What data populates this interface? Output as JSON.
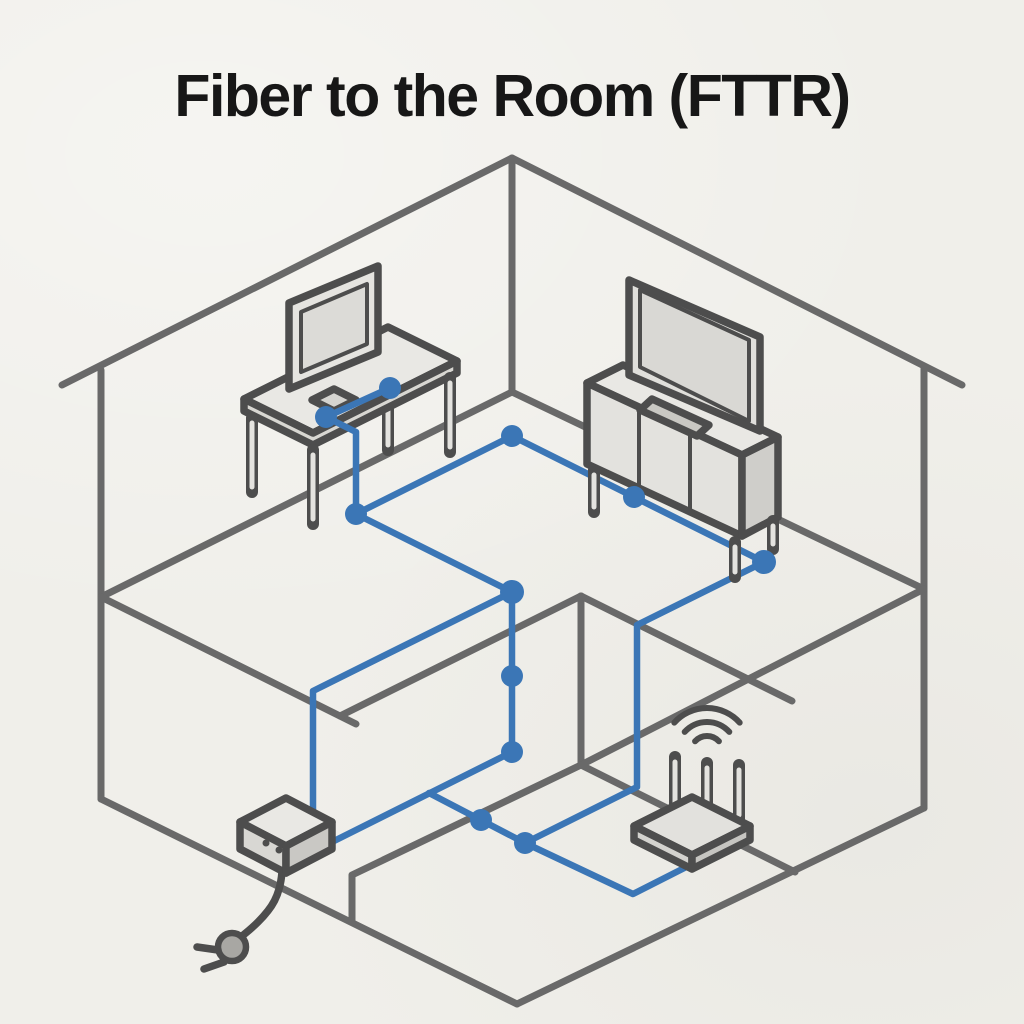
{
  "title": "Fiber to the Room (FTTR)",
  "diagram": {
    "description": "Isometric cutaway of a home showing a fiber optic cable routed along walls and floors to every room",
    "devices": [
      {
        "id": "desktop-computer",
        "label": "Desktop computer on desk"
      },
      {
        "id": "television",
        "label": "Television on media stand"
      },
      {
        "id": "ont-modem",
        "label": "Fiber modem (ONT) with power plug"
      },
      {
        "id": "wifi-router",
        "label": "Wi-Fi router with signal waves"
      }
    ],
    "fiber_junction_count": 11
  },
  "colors": {
    "background": "#f0efea",
    "structure_line": "#696969",
    "device_outline": "#4d4d4d",
    "fiber_cable": "#3b76b6",
    "title_text": "#171717"
  }
}
